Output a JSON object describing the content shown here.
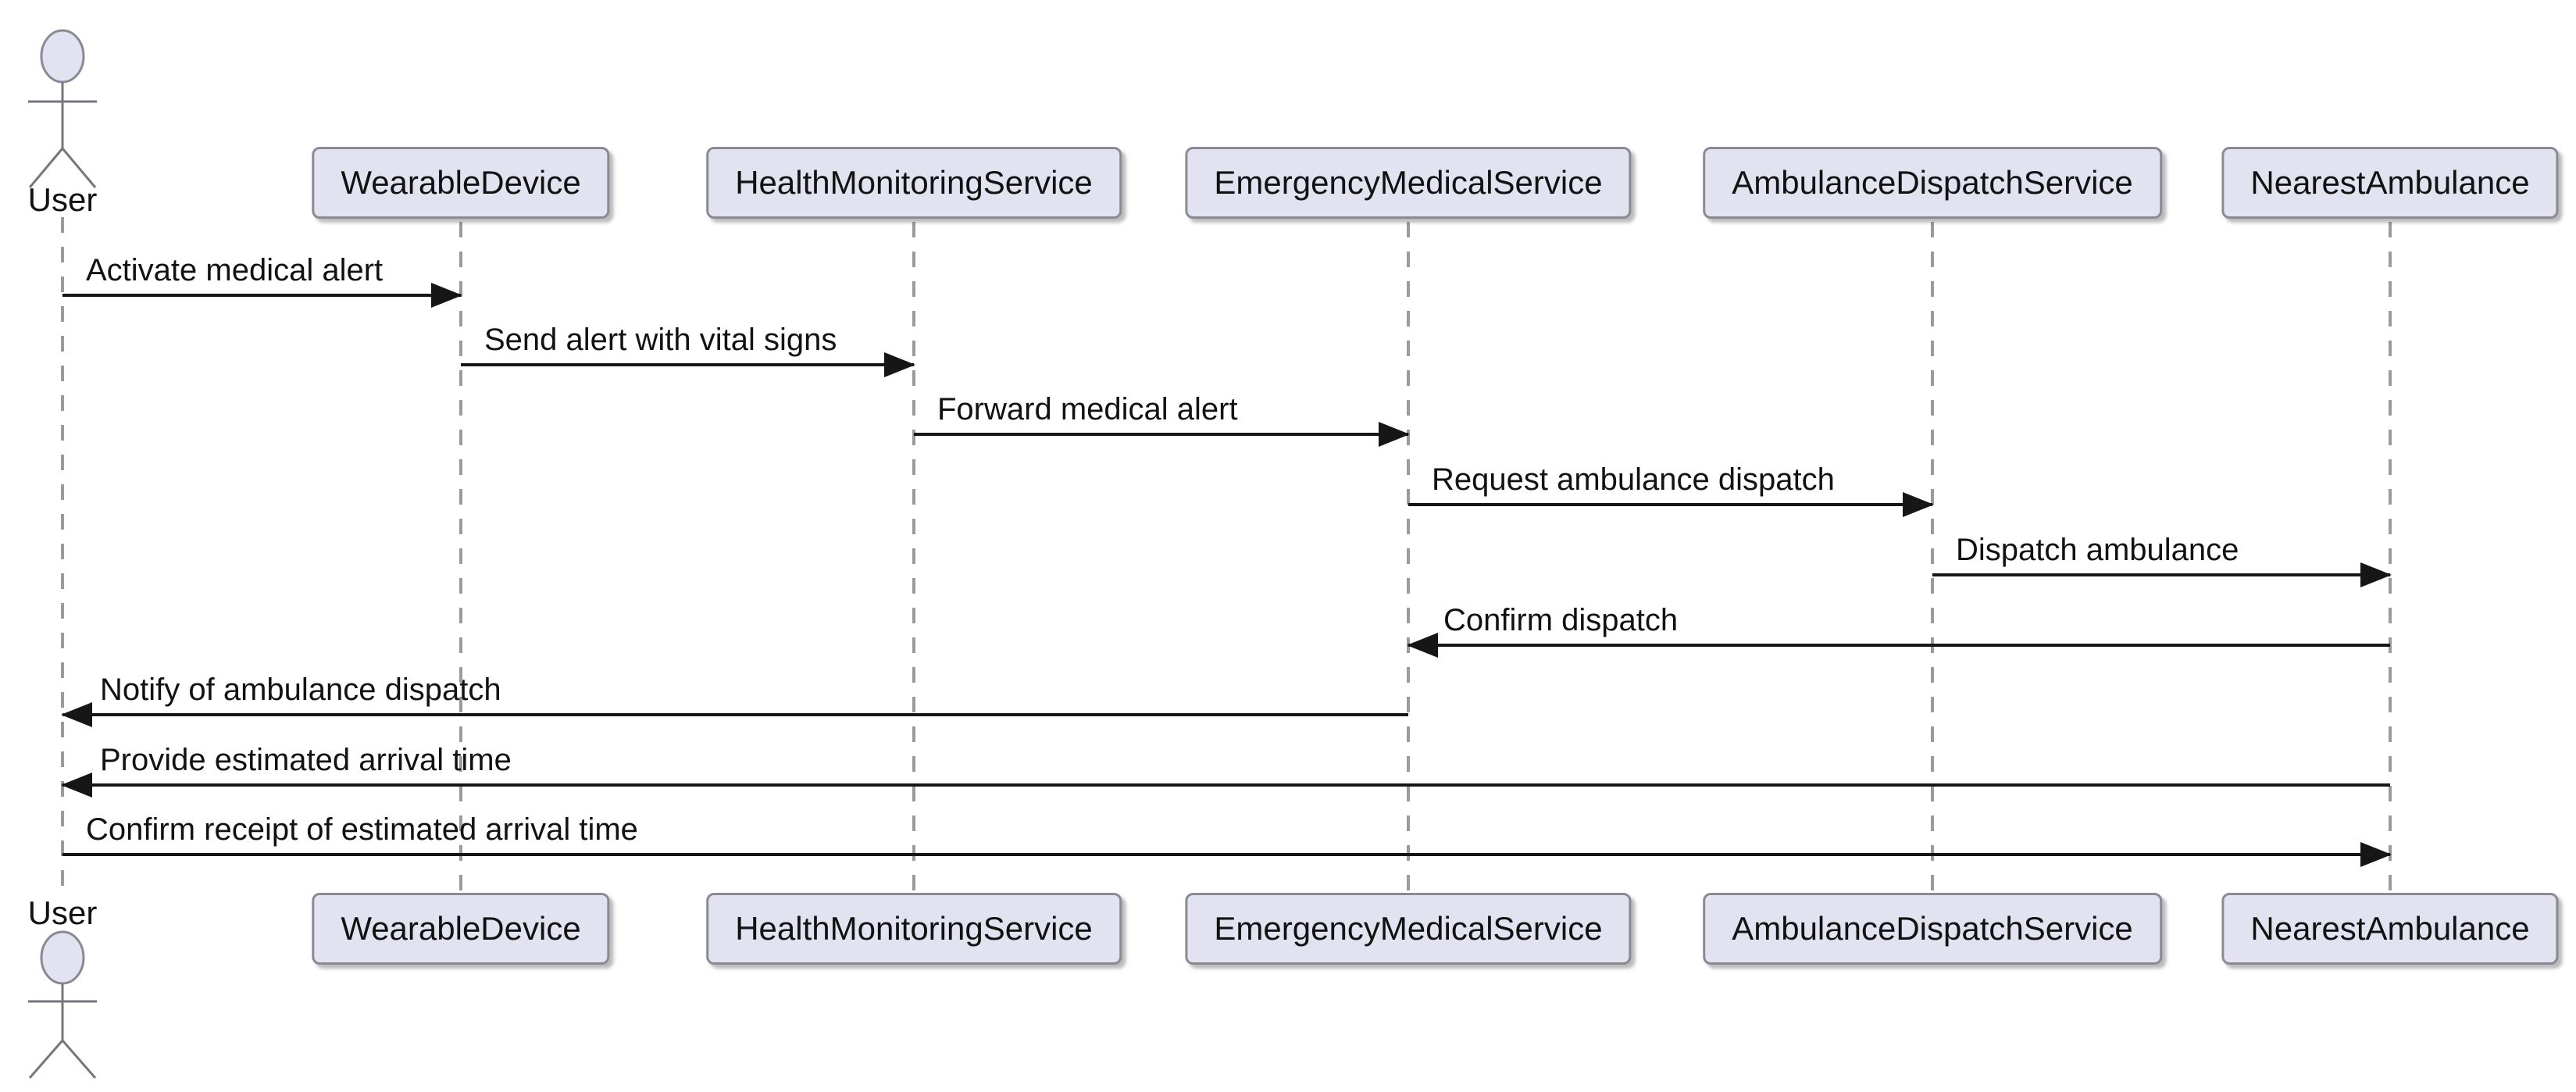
{
  "diagram": {
    "type": "sequence-diagram",
    "background": "#FFFFFF",
    "colors": {
      "participant_fill": "#E2E2F0",
      "participant_border": "#8A8A94",
      "lifeline": "#9A9AA0",
      "arrow": "#161616",
      "text": "#121212"
    },
    "actor": {
      "name": "User"
    },
    "participants": [
      {
        "name": "WearableDevice"
      },
      {
        "name": "HealthMonitoringService"
      },
      {
        "name": "EmergencyMedicalService"
      },
      {
        "name": "AmbulanceDispatchService"
      },
      {
        "name": "NearestAmbulance"
      }
    ],
    "messages": [
      {
        "from": "User",
        "to": "WearableDevice",
        "label": "Activate medical alert",
        "direction": "right"
      },
      {
        "from": "WearableDevice",
        "to": "HealthMonitoringService",
        "label": "Send alert with vital signs",
        "direction": "right"
      },
      {
        "from": "HealthMonitoringService",
        "to": "EmergencyMedicalService",
        "label": "Forward medical alert",
        "direction": "right"
      },
      {
        "from": "EmergencyMedicalService",
        "to": "AmbulanceDispatchService",
        "label": "Request ambulance dispatch",
        "direction": "right"
      },
      {
        "from": "AmbulanceDispatchService",
        "to": "NearestAmbulance",
        "label": "Dispatch ambulance",
        "direction": "right"
      },
      {
        "from": "NearestAmbulance",
        "to": "EmergencyMedicalService",
        "label": "Confirm dispatch",
        "direction": "left"
      },
      {
        "from": "EmergencyMedicalService",
        "to": "User",
        "label": "Notify of ambulance dispatch",
        "direction": "left"
      },
      {
        "from": "NearestAmbulance",
        "to": "User",
        "label": "Provide estimated arrival time",
        "direction": "left"
      },
      {
        "from": "User",
        "to": "NearestAmbulance",
        "label": "Confirm receipt of estimated arrival time",
        "direction": "right"
      }
    ]
  }
}
